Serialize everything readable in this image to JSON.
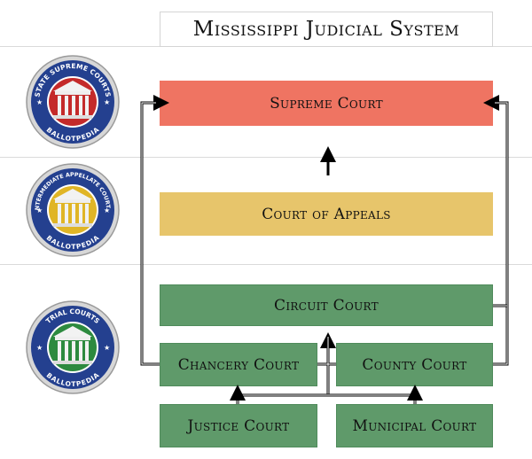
{
  "title": "Mississippi Judicial System",
  "colors": {
    "supreme": "#ef7462",
    "appeals": "#e7c56b",
    "trial": "#5f9a6a",
    "badge_blue": "#24408f",
    "badge_red": "#c42a2a",
    "badge_yellow": "#e0b526",
    "badge_green": "#2d8a3f"
  },
  "badges": [
    {
      "top_text": "STATE SUPREME COURTS",
      "bottom_text": "BALLOTPEDIA",
      "color": "red"
    },
    {
      "top_text": "INTERMEDIATE APPELLATE COURTS",
      "bottom_text": "BALLOTPEDIA",
      "color": "yellow"
    },
    {
      "top_text": "TRIAL COURTS",
      "bottom_text": "BALLOTPEDIA",
      "color": "green"
    }
  ],
  "courts": {
    "supreme": "Supreme Court",
    "appeals": "Court of Appeals",
    "circuit": "Circuit Court",
    "chancery": "Chancery Court",
    "county": "County Court",
    "justice": "Justice Court",
    "municipal": "Municipal Court"
  }
}
